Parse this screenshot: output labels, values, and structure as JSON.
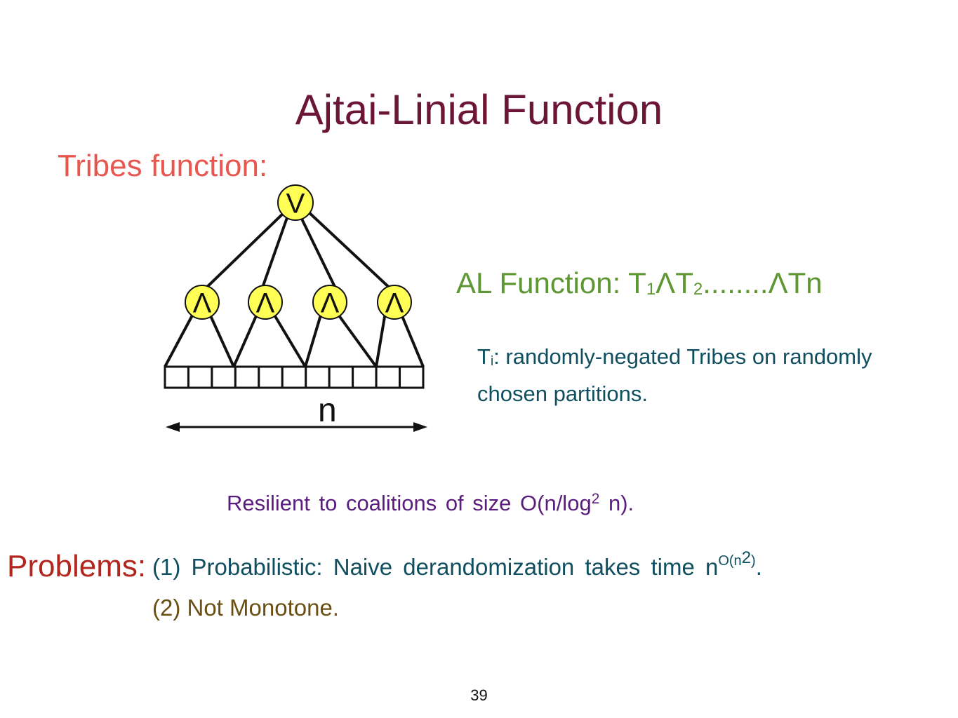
{
  "title": "Ajtai-Linial Function",
  "tribes_label": "Tribes function:",
  "diagram": {
    "root_gate": "V",
    "and_gates": [
      "Λ",
      "Λ",
      "Λ",
      "Λ"
    ],
    "input_cells": 11,
    "length_label": "n",
    "colors": {
      "gate_fill": "#ffff55",
      "stroke": "#111111"
    }
  },
  "al_function": {
    "prefix": "AL Function:  T",
    "sub1": "1",
    "mid": "ΛT",
    "sub2": "2",
    "suffix": "........ΛTn"
  },
  "ti_desc": {
    "t": "T",
    "sub": "i",
    "line1_rest": ": randomly-negated Tribes on randomly",
    "line2": "chosen partitions."
  },
  "resilient": {
    "before": "Resilient to coalitions of size O(n/log",
    "sup": "2",
    "after": " n)."
  },
  "problems_label": "Problems:",
  "problem_1": {
    "text": "(1) Probabilistic: Naive derandomization takes time n",
    "sup_a": "O(n",
    "sup_b": "2",
    "sup_c": ")",
    "end": "."
  },
  "problem_2": "(2) Not Monotone.",
  "page_number": "39"
}
